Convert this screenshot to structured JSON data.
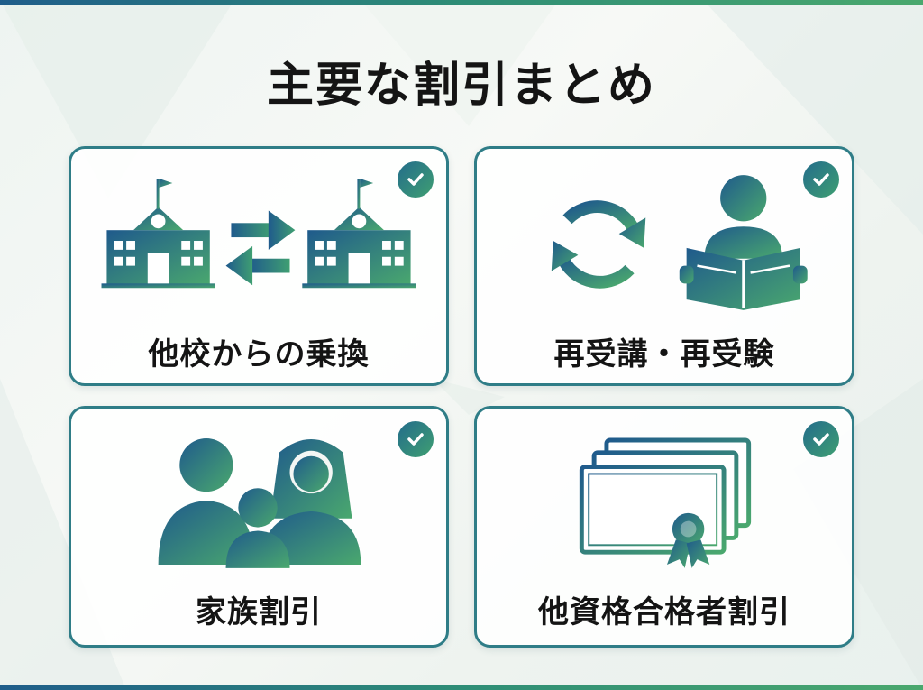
{
  "title": "主要な割引まとめ",
  "colors": {
    "accent_blue": "#1f5d8a",
    "accent_green": "#4aa86e",
    "card_border": "#2f7d87",
    "text": "#141414"
  },
  "cards": [
    {
      "label": "他校からの乗換",
      "icon": "school-transfer-icon",
      "checked": true
    },
    {
      "label": "再受講・再受験",
      "icon": "retake-study-icon",
      "checked": true
    },
    {
      "label": "家族割引",
      "icon": "family-icon",
      "checked": true
    },
    {
      "label": "他資格合格者割引",
      "icon": "certificate-icon",
      "checked": true
    }
  ]
}
